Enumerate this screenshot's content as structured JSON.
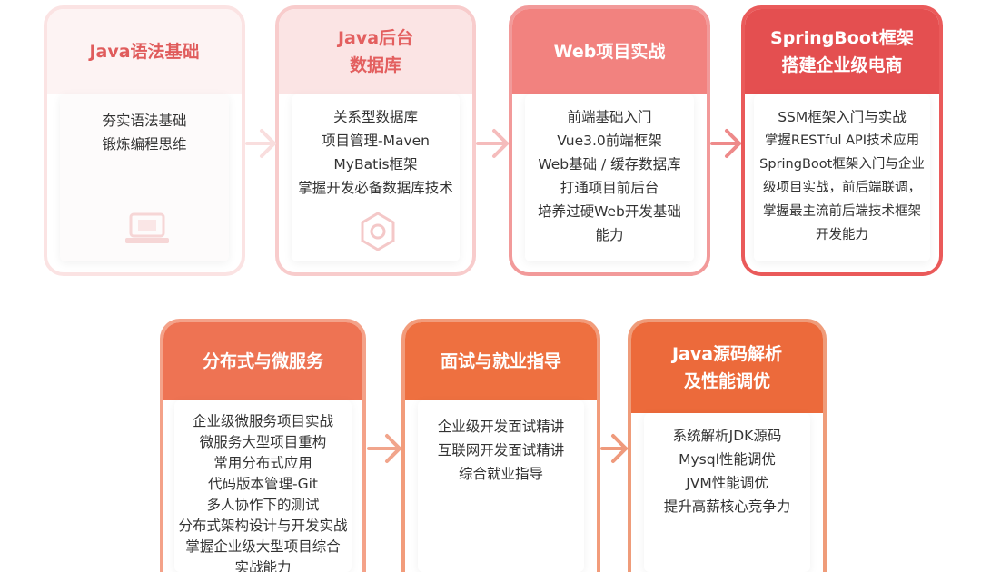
{
  "stages": [
    {
      "title": "Java语法基础",
      "items": [
        "夯实语法基础",
        "锻炼编程思维"
      ]
    },
    {
      "title": "Java后台\n数据库",
      "items": [
        "关系型数据库",
        "项目管理-Maven",
        "MyBatis框架",
        "掌握开发必备数据库技术"
      ]
    },
    {
      "title": "Web项目实战",
      "items": [
        "前端基础入门",
        "Vue3.0前端框架",
        "Web基础 / 缓存数据库",
        "打通项目前后台",
        "培养过硬Web开发基础能力"
      ]
    },
    {
      "title": "SpringBoot框架\n搭建企业级电商",
      "items": [
        "SSM框架入门与实战",
        "掌握RESTful API技术应用",
        "SpringBoot框架入门与企业级项目实战，前后端联调，掌握最主流前后端技术框架开发能力"
      ]
    },
    {
      "title": "分布式与微服务",
      "items": [
        "企业级微服务项目实战",
        "微服务大型项目重构",
        "常用分布式应用",
        "代码版本管理-Git",
        "多人协作下的测试",
        "分布式架构设计与开发实战",
        "掌握企业级大型项目综合实战能力"
      ]
    },
    {
      "title": "面试与就业指导",
      "items": [
        "企业级开发面试精讲",
        "互联网开发面试精讲",
        "综合就业指导"
      ]
    },
    {
      "title": "Java源码解析\n及性能调优",
      "items": [
        "系统解析JDK源码",
        "Mysql性能调优",
        "JVM性能调优",
        "提升高薪核心竞争力"
      ]
    }
  ],
  "icons": {
    "stage1": "laptop-icon",
    "stage2": "gear-icon",
    "arrow": "chevron-right-icon"
  },
  "colors": {
    "light": "#fdf3f3",
    "mid": "#f2827f",
    "red": "#e44f50",
    "orange": "#ec6a3b"
  }
}
